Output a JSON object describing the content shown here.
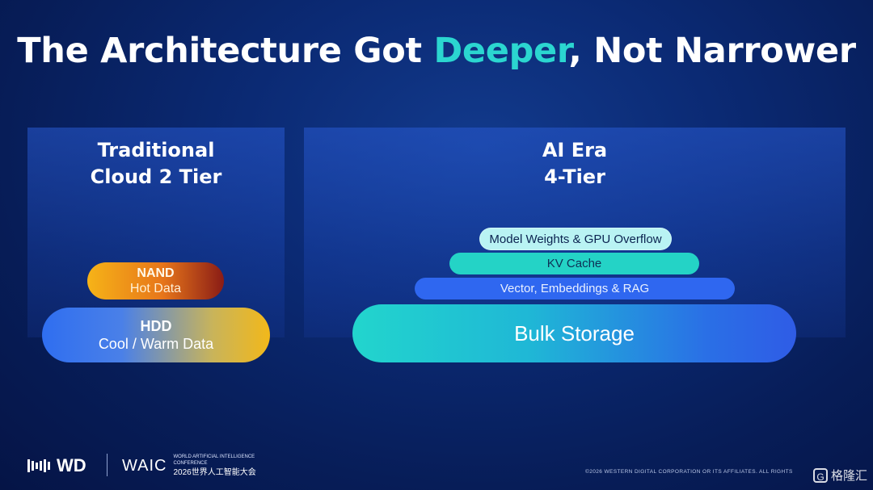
{
  "title": {
    "part1": "The Architecture Got ",
    "accent": "Deeper",
    "part2": ", Not Narrower"
  },
  "left_panel": {
    "title_line1": "Traditional",
    "title_line2": "Cloud 2 Tier",
    "tiers": [
      {
        "name": "NAND",
        "desc": "Hot Data"
      },
      {
        "name": "HDD",
        "desc": "Cool / Warm Data"
      }
    ]
  },
  "right_panel": {
    "title_line1": "AI Era",
    "title_line2": "4-Tier",
    "tiers": [
      {
        "label": "Model Weights & GPU Overflow"
      },
      {
        "label": "KV Cache"
      },
      {
        "label": "Vector, Embeddings & RAG"
      },
      {
        "label": "Bulk Storage"
      }
    ]
  },
  "footer": {
    "wd_logo_text": "WD",
    "waic_mark": "WAIC",
    "waic_line1": "WORLD ARTIFICIAL INTELLIGENCE",
    "waic_line2": "CONFERENCE",
    "waic_line3": "2026世界人工智能大会",
    "copyright": "©2026 WESTERN DIGITAL CORPORATION OR ITS AFFILIATES. ALL RIGHTS",
    "watermark_text": "格隆汇",
    "watermark_icon": "G"
  },
  "colors": {
    "accent": "#2bd6d0",
    "background": "#0b2a74"
  }
}
